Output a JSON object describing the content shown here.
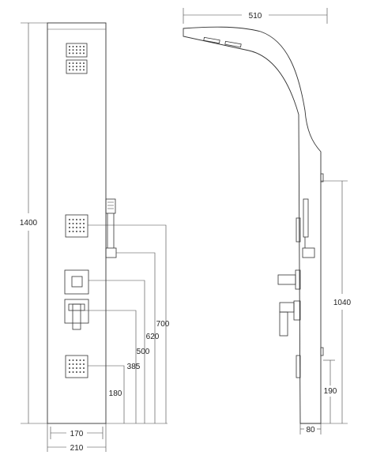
{
  "front_view": {
    "height_label": "1400",
    "width_label": "210",
    "inner_width_label": "170",
    "height_dims": [
      "180",
      "385",
      "500",
      "620",
      "700"
    ]
  },
  "side_view": {
    "depth_label": "510",
    "height_label": "1040",
    "bottom_label": "190",
    "base_depth_label": "80"
  }
}
